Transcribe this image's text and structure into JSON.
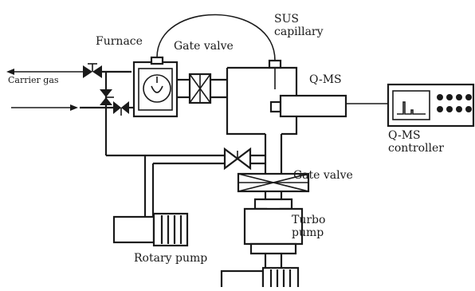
{
  "labels": {
    "furnace": "Furnace",
    "gate_valve_top": "Gate valve",
    "sus_capillary": "SUS\ncapillary",
    "carrier_gas": "Carrier gas",
    "qms": "Q-MS",
    "qms_controller": "Q-MS\ncontroller",
    "gate_valve_bottom": "Gate valve",
    "turbo_pump": "Turbo\npump",
    "rotary_pump": "Rotary pump"
  },
  "colors": {
    "line": "#1a1a1a",
    "background": "#ffffff"
  },
  "icons": {
    "valve": "bowtie-valve-icon",
    "gate_valve": "gate-valve-icon",
    "controller_buttons": "dot-grid-icon"
  }
}
